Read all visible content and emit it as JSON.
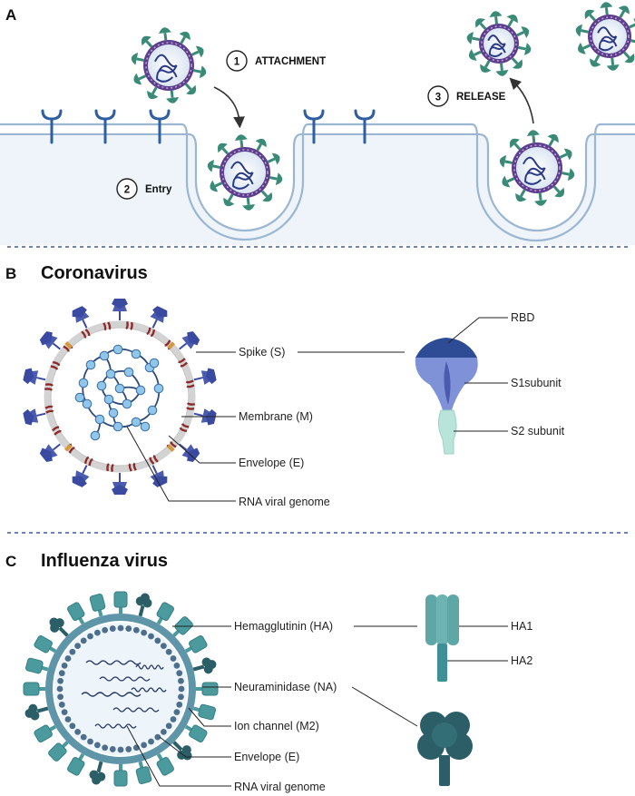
{
  "panels": {
    "a": {
      "letter": "A"
    },
    "b": {
      "letter": "B",
      "title": "Coronavirus"
    },
    "c": {
      "letter": "C",
      "title": "Influenza virus"
    }
  },
  "steps": [
    {
      "num": "1",
      "label": "ATTACHMENT"
    },
    {
      "num": "2",
      "label": "Entry"
    },
    {
      "num": "3",
      "label": "RELEASE"
    }
  ],
  "corona": {
    "labels": {
      "spike": "Spike (S)",
      "membrane": "Membrane (M)",
      "envelope": "Envelope (E)",
      "genome": "RNA viral genome"
    },
    "spike_parts": {
      "rbd": "RBD",
      "s1": "S1subunit",
      "s2": "S2 subunit"
    }
  },
  "influenza": {
    "labels": {
      "ha": "Hemagglutinin (HA)",
      "na": "Neuraminidase (NA)",
      "ion": "Ion channel (M2)",
      "envelope": "Envelope (E)",
      "genome": "RNA viral genome"
    },
    "ha_parts": {
      "ha1": "HA1",
      "ha2": "HA2"
    }
  },
  "colors": {
    "cell_fill": "#eef4fa",
    "membrane": "#8fb0cf",
    "receptor": "#2f5fa0",
    "corona_spike": "#4a5bb0",
    "corona_membrane_protein": "#8c2a2a",
    "envelope_protein": "#d49a3a",
    "genome_node": "#8fc6ea",
    "flu_teal": "#4a9a9e",
    "flu_dark": "#2b5e66",
    "virion_outer": "#5b3f8c",
    "virion_spike": "#3a8a78"
  }
}
